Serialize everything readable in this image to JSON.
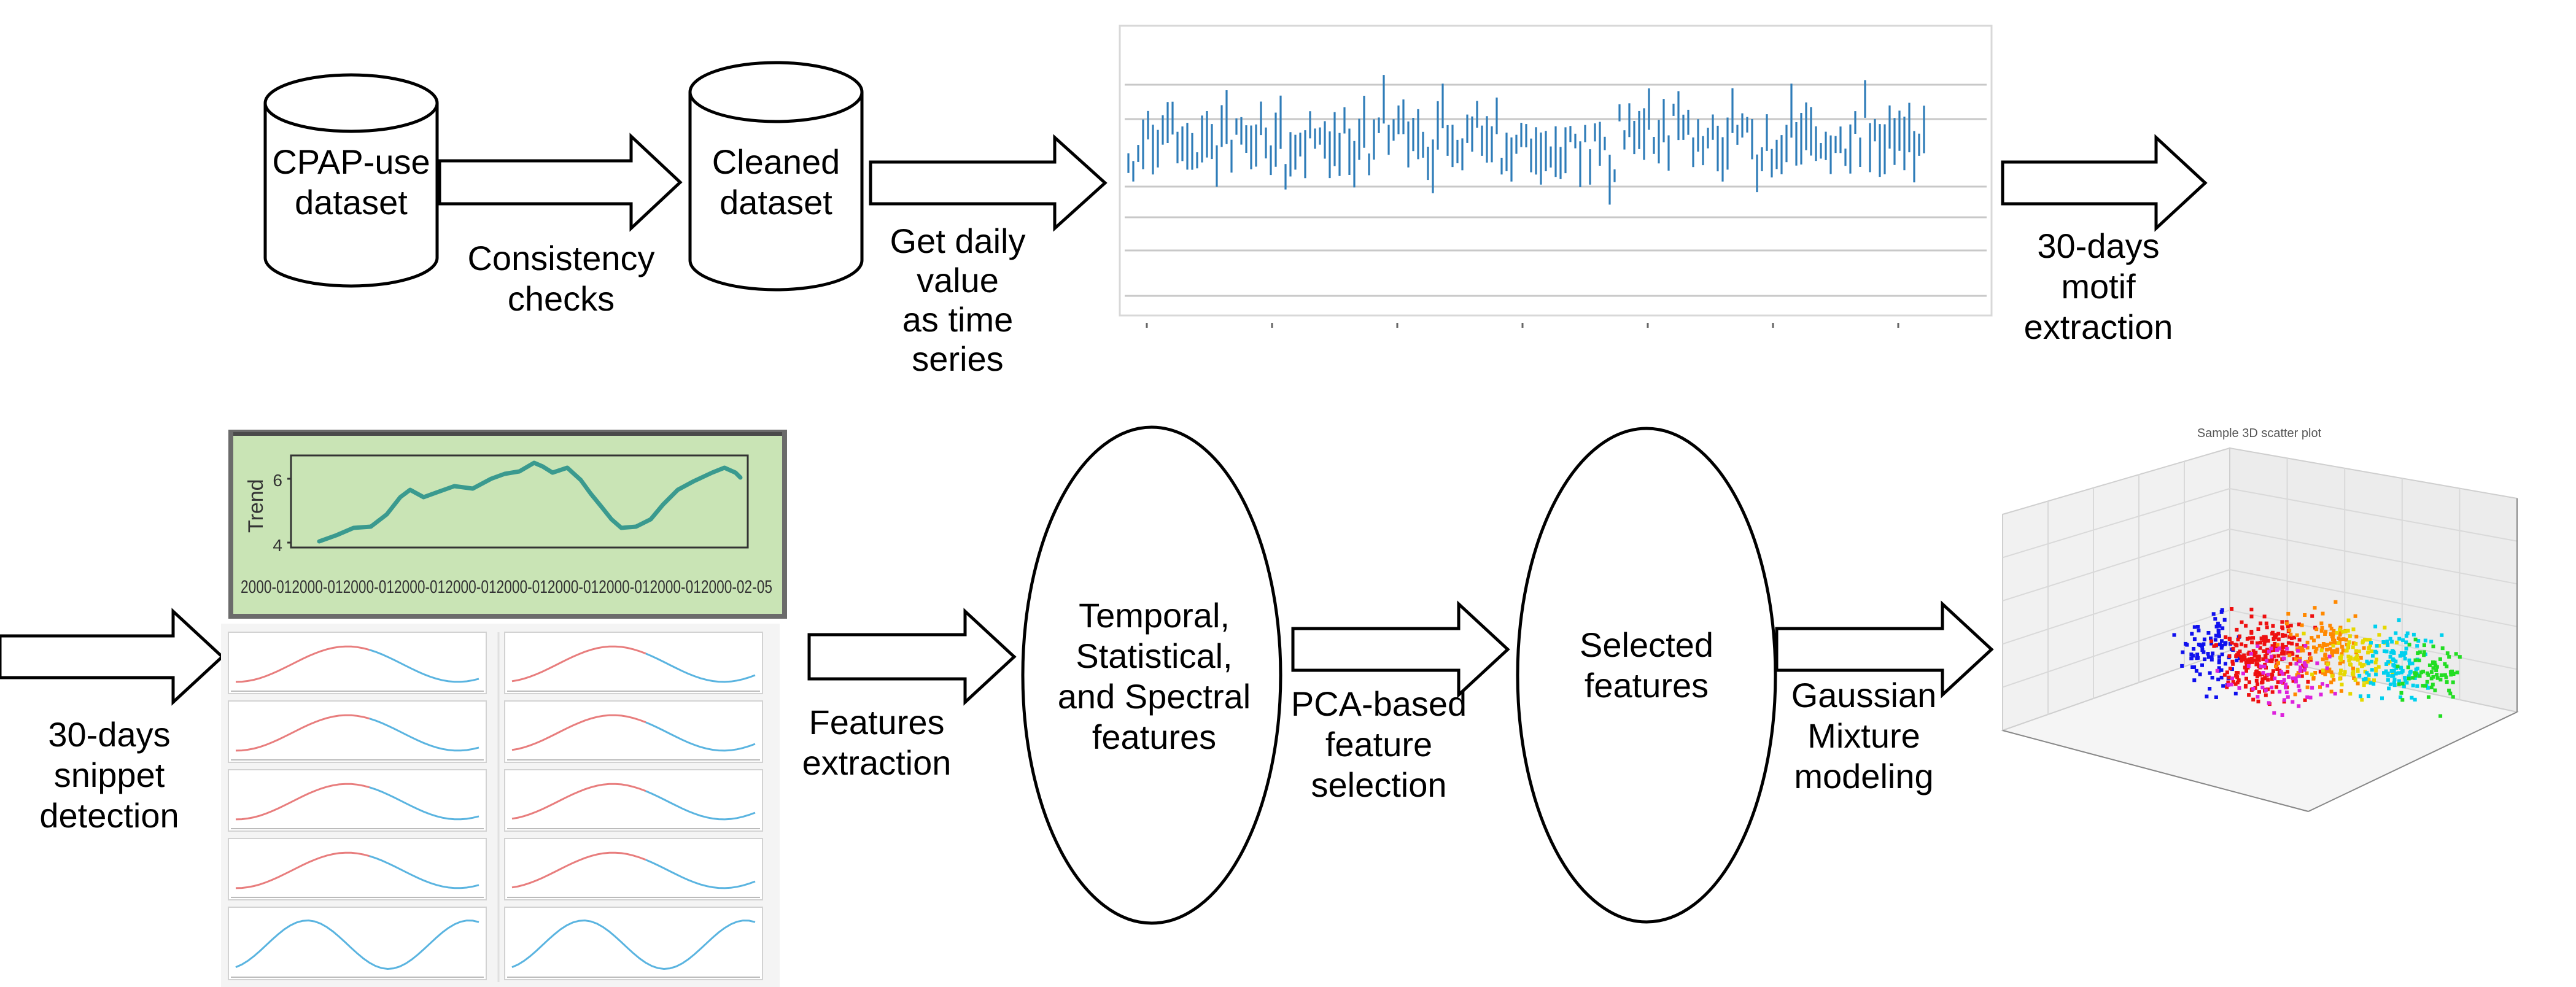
{
  "nodes": {
    "cpap_dataset": {
      "line1": "CPAP-use",
      "line2": "dataset"
    },
    "cleaned_dataset": {
      "line1": "Cleaned",
      "line2": "dataset"
    },
    "features_ellipse": {
      "line1": "Temporal,",
      "line2": "Statistical,",
      "line3": "and Spectral",
      "line4": "features"
    },
    "selected_ellipse": {
      "line1": "Selected",
      "line2": "features"
    }
  },
  "edges": {
    "consistency": {
      "line1": "Consistency",
      "line2": "checks"
    },
    "daily_value": {
      "line1": "Get daily",
      "line2": "value",
      "line3": "as time",
      "line4": "series"
    },
    "motif": {
      "line1": "30-days",
      "line2": "motif",
      "line3": "extraction"
    },
    "snippet": {
      "line1": "30-days",
      "line2": "snippet",
      "line3": "detection"
    },
    "features_extraction": {
      "line1": "Features",
      "line2": "extraction"
    },
    "pca": {
      "line1": "PCA-based",
      "line2": "feature",
      "line3": "selection"
    },
    "gmm": {
      "line1": "Gaussian",
      "line2": "Mixture",
      "line3": "modeling"
    }
  },
  "trend_plot": {
    "ylabel": "Trend",
    "yticks": [
      "4",
      "6"
    ],
    "xticks": "2000-012000-012000-012000-012000-012000-012000-012000-012000-012000-02-05"
  },
  "scatter_plot": {
    "title": "Sample 3D scatter plot"
  },
  "colors": {
    "series_blue": "#2e7cb8",
    "trend_panel": "#c9e4b5",
    "trend_line": "#3a9a8f",
    "snippet_red": "#e87d7d",
    "snippet_blue": "#5ab4e0"
  }
}
